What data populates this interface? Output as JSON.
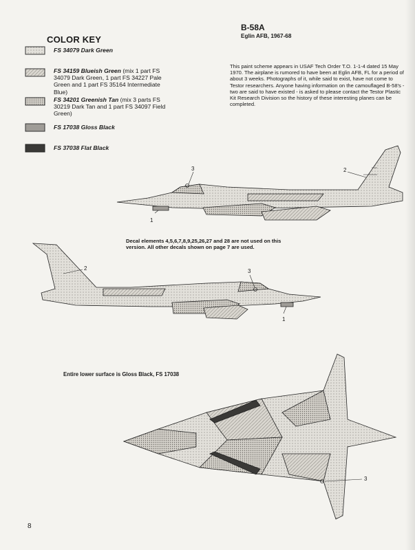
{
  "color_key": {
    "title": "COLOR KEY",
    "items": [
      {
        "code": "FS 34079 Dark Green",
        "detail": "",
        "swatch": "#d7d5cf"
      },
      {
        "code": "FS 34159 Blueish Green",
        "detail": "(mix 1 part FS 34079 Dark Green, 1 part FS 34227 Pale Green and 1 part FS 35164 Intermediate Blue)",
        "swatch": "#ccc9c2"
      },
      {
        "code": "FS 34201 Greenish Tan",
        "detail": "(mix 3 parts FS 30219 Dark Tan and 1 part FS 34097 Field Green)",
        "swatch": "#c7c4bc"
      },
      {
        "code": "FS 17038 Gloss Black",
        "detail": "",
        "swatch": "#a9a7a2"
      },
      {
        "code": "FS 37038 Flat Black",
        "detail": "",
        "swatch": "#3a3937"
      }
    ]
  },
  "aircraft": {
    "name": "B-58A",
    "subtitle": "Eglin AFB, 1967-68"
  },
  "intro_text": "This paint scheme appears in USAF Tech Order T.O. 1-1-4 dated 15 May 1970. The airplane is rumored to have been at Eglin AFB, FL for a period of about 3 weeks. Photographs of it, while said to exist, have not come to Testor researchers. Anyone having information on the camouflaged B-58's - two are said to have existed - is asked to please contact the Testor Plastic Kit Research Division so the history of these interesting planes can be completed.",
  "decal_note": "Decal elements 4,5,6,7,8,9,25,26,27 and 28 are not used on this version. All other decals shown on page 7 are used.",
  "lower_surface_note": "Entire lower surface is Gloss Black, FS 17038",
  "callouts": {
    "top_profile": [
      "3",
      "2",
      "1"
    ],
    "bottom_profile": [
      "2",
      "3",
      "1"
    ],
    "planform": [
      "3"
    ]
  },
  "page_number": "8"
}
